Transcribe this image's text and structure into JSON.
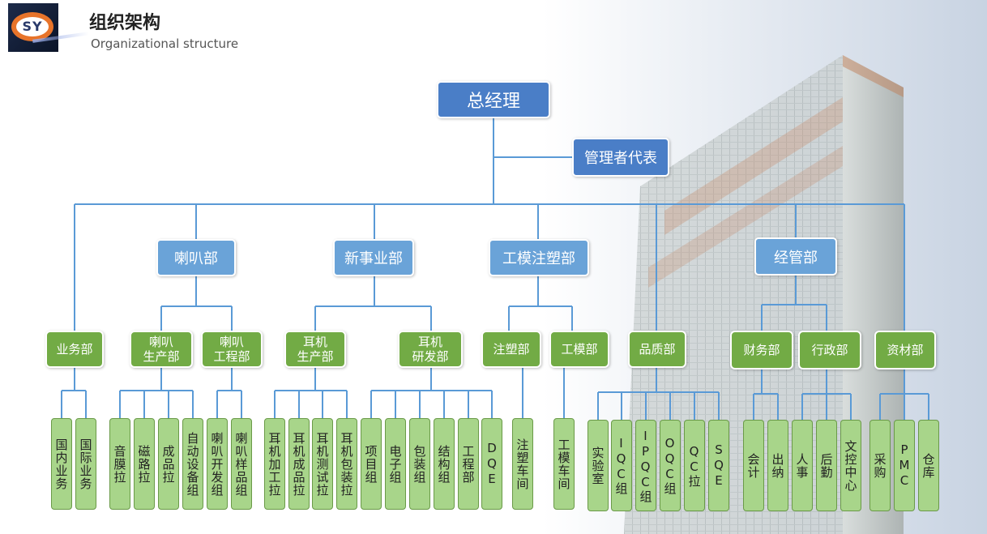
{
  "header": {
    "title": "组织架构",
    "subtitle": "Organizational structure",
    "logo_text": "SY"
  },
  "top": {
    "ceo": "总经理",
    "rep": "管理者代表"
  },
  "departments": {
    "speaker": "喇叭部",
    "newbiz": "新事业部",
    "mold": "工模注塑部",
    "mgmt": "经管部"
  },
  "sub": {
    "business": "业务部",
    "spk_prod": "喇叭\n生产部",
    "spk_eng": "喇叭\n工程部",
    "ear_prod": "耳机\n生产部",
    "ear_rd": "耳机\n研发部",
    "injection": "注塑部",
    "tooling": "工模部",
    "quality": "品质部",
    "finance": "财务部",
    "admin": "行政部",
    "materials": "资材部"
  },
  "leaves": [
    "国内业务",
    "国际业务",
    "音膜拉",
    "磁路拉",
    "成品拉",
    "自动设备组",
    "喇叭开发组",
    "喇叭样品组",
    "耳机加工拉",
    "耳机成品拉",
    "耳机测试拉",
    "耳机包装拉",
    "项目组",
    "电子组",
    "包装组",
    "结构组",
    "工程部",
    "DQE",
    "注塑车间",
    "工模车间",
    "实验室",
    "IQC组",
    "IPQC组",
    "OQC组",
    "QC拉",
    "SQE",
    "会计",
    "出纳",
    "人事",
    "后勤",
    "文控中心",
    "采购",
    "PMC",
    "仓库"
  ],
  "colors": {
    "top_box": "#4a7ec7",
    "dept_box": "#6aa3d8",
    "sub_box": "#72ab45",
    "leaf_box": "#a8d58a",
    "line": "#5a9ad6"
  }
}
